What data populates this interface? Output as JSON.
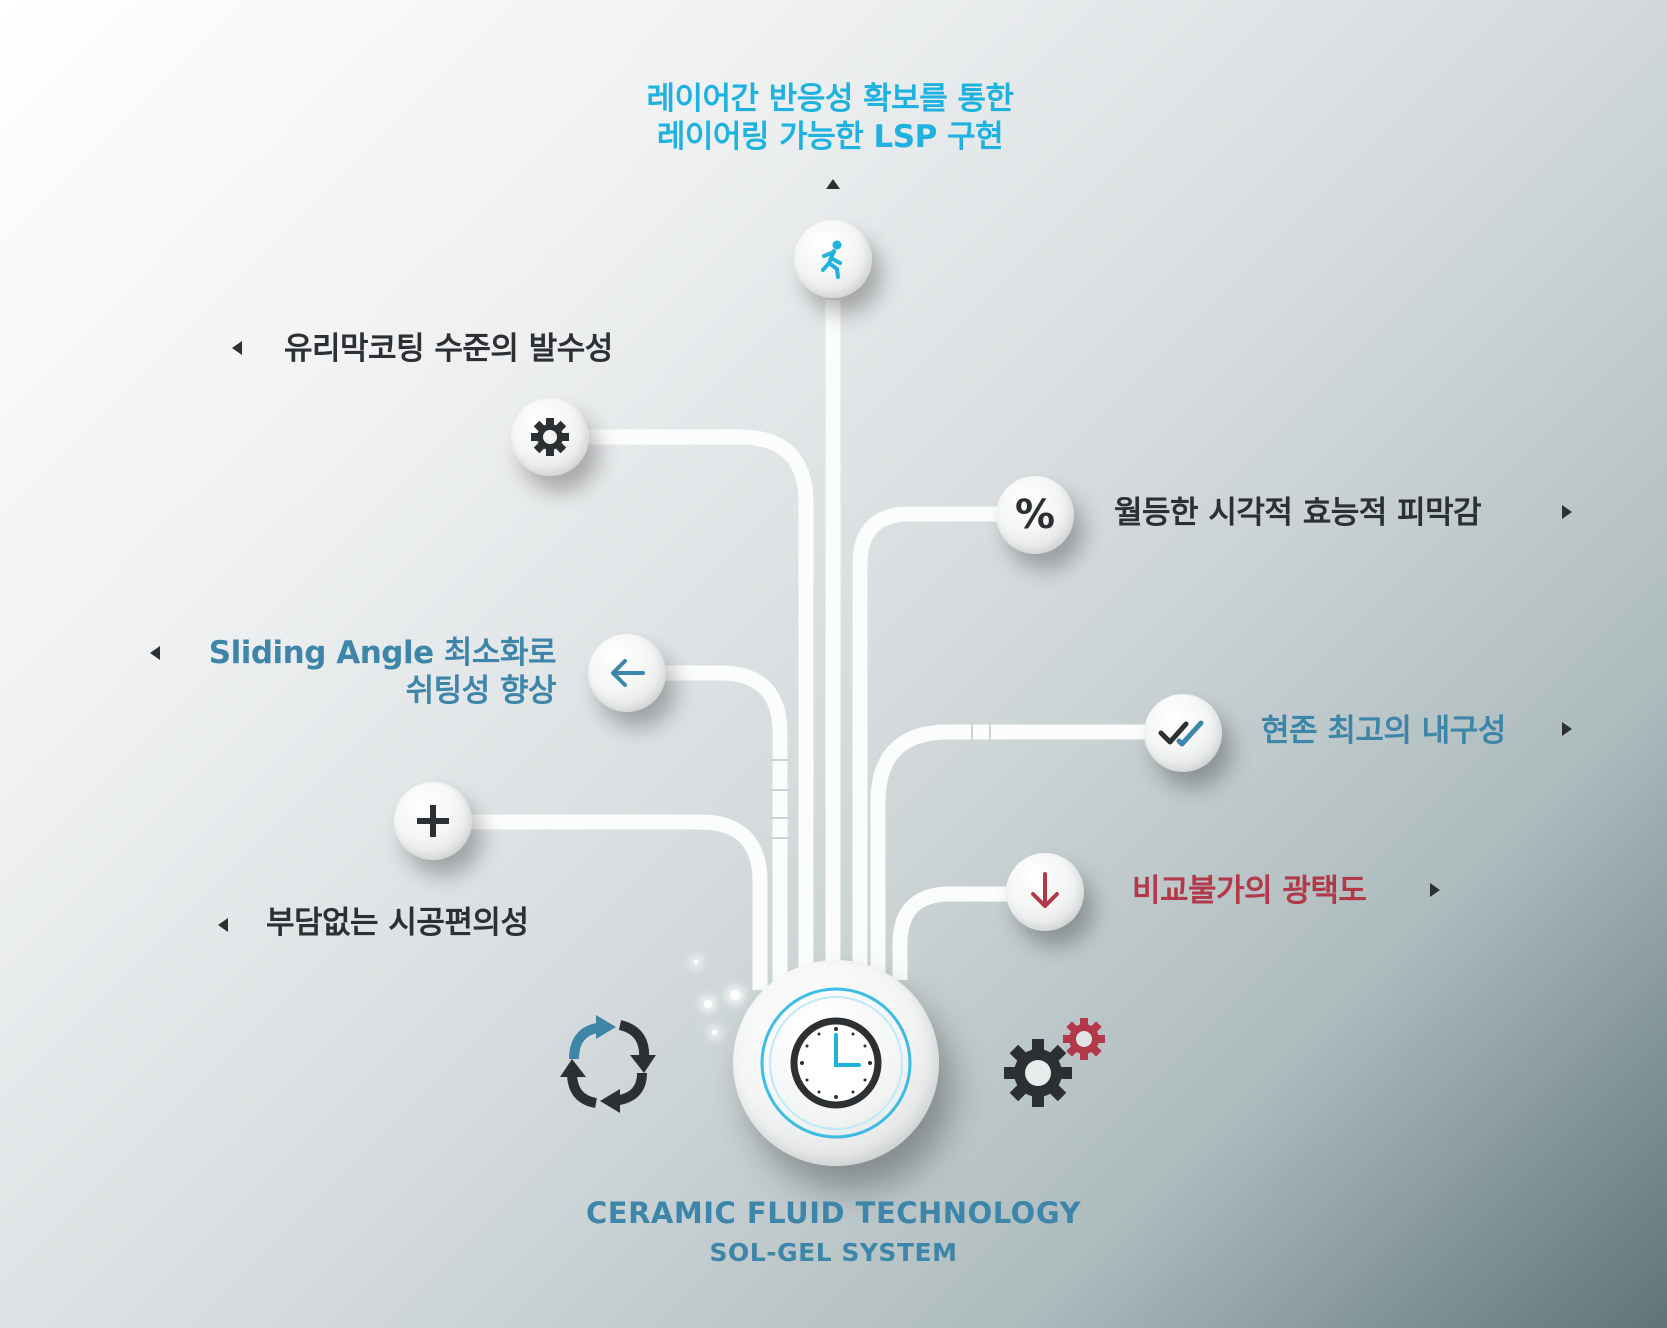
{
  "features": {
    "top": {
      "line1": "레이어간 반응성 확보를 통한",
      "line2": "레이어링 가능한 LSP 구현"
    },
    "glass": {
      "text": "유리막코팅 수준의 발수성"
    },
    "visual": {
      "text": "월등한 시각적 효능적 피막감"
    },
    "sliding": {
      "line1": "Sliding Angle 최소화로",
      "line2": "쉬팅성 향상"
    },
    "durability": {
      "text": "현존 최고의 내구성"
    },
    "ease": {
      "text": "부담없는 시공편의성"
    },
    "gloss": {
      "text": "비교불가의 광택도"
    }
  },
  "footer": {
    "line1": "CERAMIC FLUID TECHNOLOGY",
    "line2": "SOL-GEL SYSTEM"
  },
  "icons": {
    "top": "walking-person-icon",
    "glass": "gear-icon",
    "visual": "percent-icon",
    "sliding": "arrow-left-icon",
    "durability": "double-check-icon",
    "ease": "plus-icon",
    "gloss": "arrow-down-icon",
    "hub": "clock-icon",
    "left_side": "refresh-arrows-icon",
    "right_side": "gears-icon"
  },
  "colors": {
    "dark": "#2d3033",
    "blue": "#3d86a9",
    "cyan": "#1fb2df",
    "red": "#b3384a",
    "percent_char": "%"
  }
}
